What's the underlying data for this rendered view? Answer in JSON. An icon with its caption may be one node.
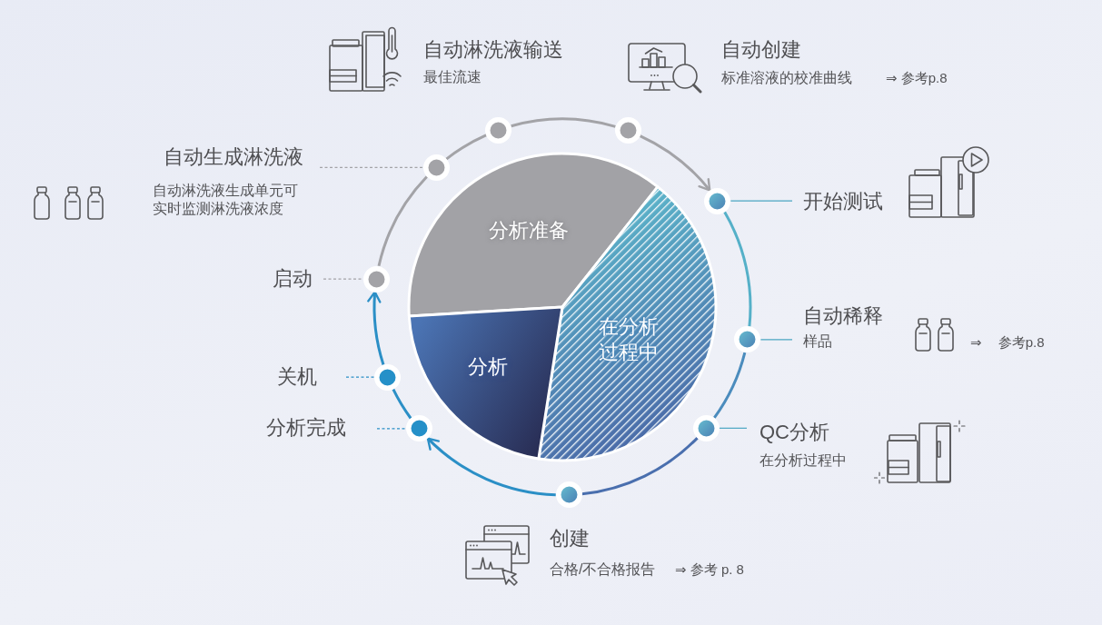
{
  "diagram": {
    "nodes": [
      {
        "text": [
          "自动生成淋洗液",
          "自动淋洗液生成单元可实时监测淋洗液浓度"
        ]
      },
      {
        "text": [
          "开始测试"
        ]
      },
      {
        "text": [
          "分析准备"
        ]
      },
      {
        "text": [
          "在分析过程中"
        ]
      },
      {
        "text": [
          "启动"
        ]
      },
      {
        "text": [
          "自动稀释",
          "样品"
        ]
      },
      {
        "text": [
          "分析"
        ]
      },
      {
        "text": [
          "关机"
        ]
      },
      {
        "text": [
          "分析完成"
        ]
      },
      {
        "text": [
          "QC分析",
          "在分析过程中"
        ]
      },
      {
        "text": [],
        "shape": "circle"
      },
      {
        "text": [],
        "shape": "circle"
      },
      {
        "text": [],
        "shape": "circle"
      },
      {
        "text": [],
        "shape": "circle"
      },
      {
        "text": [],
        "shape": "circle"
      },
      {
        "text": [],
        "shape": "circle"
      },
      {
        "text": [],
        "shape": "circle"
      },
      {
        "text": [],
        "shape": "circle"
      },
      {
        "text": [],
        "shape": "circle"
      },
      {
        "text": [],
        "shape": "circle"
      }
    ],
    "edges": [
      {
        "from": 0,
        "to": 12,
        "arrow": "none",
        "style": "dashed"
      },
      {
        "from": 1,
        "to": 13,
        "arrow": "none",
        "color": "#4aa6c2"
      },
      {
        "from": 4,
        "to": 14,
        "arrow": "none",
        "style": "dashed"
      },
      {
        "from": 5,
        "to": 15,
        "arrow": "none",
        "color": "#4aa6c2"
      },
      {
        "from": 7,
        "to": 16,
        "arrow": "none",
        "style": "dashed",
        "color": "#2b8fc6"
      },
      {
        "from": 8,
        "to": 17,
        "arrow": "none",
        "style": "dashed",
        "color": "#2b8fc6"
      },
      {
        "from": 9,
        "to": 18,
        "arrow": "none",
        "color": "#4aa6c2"
      },
      {
        "from": 14,
        "to": 12,
        "arrow": "none"
      },
      {
        "from": 12,
        "to": 10,
        "arrow": "none"
      },
      {
        "from": 10,
        "to": 11,
        "arrow": "none"
      },
      {
        "from": 11,
        "to": 13,
        "arrow": "to"
      },
      {
        "from": 13,
        "to": 15,
        "arrow": "none",
        "color": "#55b0c8"
      },
      {
        "from": 15,
        "to": 18,
        "arrow": "none",
        "color": "#4b8cbd"
      },
      {
        "from": 18,
        "to": 19,
        "arrow": "none",
        "color": "#4a6fae"
      },
      {
        "from": 19,
        "to": 17,
        "arrow": "to",
        "color": "#2b8fc6"
      },
      {
        "from": 17,
        "to": 16,
        "arrow": "none",
        "color": "#2b8fc6"
      },
      {
        "from": 16,
        "to": 14,
        "arrow": "to",
        "color": "#2b8fc6"
      }
    ],
    "labels": [
      "自动淋洗液输送",
      "最佳流速",
      "自动创建",
      "标准溶液的校准曲线",
      "⇒ 参考p.8",
      "⇒ 参考p.8",
      "创建",
      "合格/不合格报告",
      "⇒ 参考 p. 8"
    ]
  }
}
